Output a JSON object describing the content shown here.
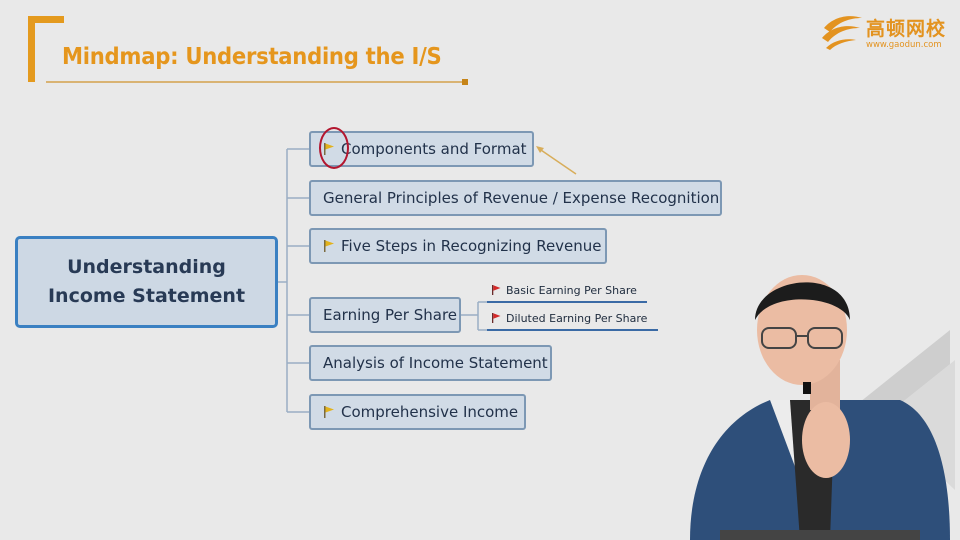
{
  "slide": {
    "title": "Mindmap: Understanding the I/S"
  },
  "logo": {
    "name": "高顿网校",
    "url": "www.gaodun.com"
  },
  "mindmap": {
    "root_line1": "Understanding",
    "root_line2": "Income Statement",
    "branches": [
      {
        "label": "Components and Format",
        "flagged": true
      },
      {
        "label": "General Principles of Revenue / Expense Recognition",
        "flagged": false
      },
      {
        "label": "Five Steps in Recognizing Revenue",
        "flagged": true
      },
      {
        "label": "Earning Per Share",
        "flagged": false,
        "children": [
          {
            "label": "Basic Earning Per Share",
            "flag_color": "red"
          },
          {
            "label": "Diluted Earning Per Share",
            "flag_color": "red"
          }
        ]
      },
      {
        "label": "Analysis of Income Statement",
        "flagged": false
      },
      {
        "label": "Comprehensive Income",
        "flagged": true
      }
    ]
  },
  "colors": {
    "accent_orange": "#e5961d",
    "node_border": "#7d98b4",
    "root_border": "#3a80c2",
    "flag_yellow": "#e2b21c",
    "flag_red": "#d42a2a",
    "annotation_red": "#b3162f"
  }
}
